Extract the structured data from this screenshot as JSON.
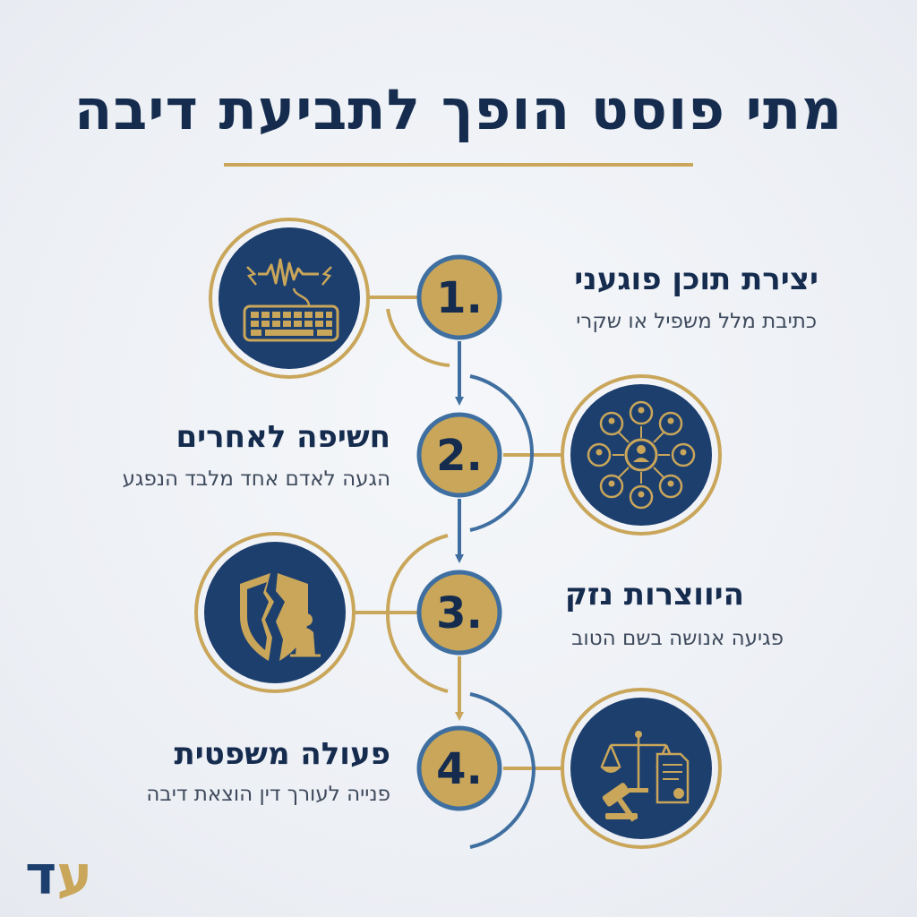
{
  "title": "מתי פוסט הופך לתביעת דיבה",
  "steps": [
    {
      "number": "1.",
      "title": "יצירת תוכן פוגעני",
      "description": "כתיבת מלל משפיל או שקרי",
      "icon": "keyboard-icon"
    },
    {
      "number": "2.",
      "title": "חשיפה לאחרים",
      "description": "הגעה לאדם אחד מלבד הנפגע",
      "icon": "network-people-icon"
    },
    {
      "number": "3.",
      "title": "היווצרות נזק",
      "description": "פגיעה אנושה בשם הטוב",
      "icon": "broken-shield-icon"
    },
    {
      "number": "4.",
      "title": "פעולה משפטית",
      "description": "פנייה לעורך דין הוצאת דיבה",
      "icon": "gavel-scales-icon"
    }
  ],
  "logo": {
    "first": "ע",
    "second": "ד"
  },
  "colors": {
    "navy": "#1d3f6e",
    "dark_navy": "#152c4f",
    "gold": "#c9a65a",
    "steel_blue": "#3f6fa0",
    "background": "#edf0f5"
  }
}
